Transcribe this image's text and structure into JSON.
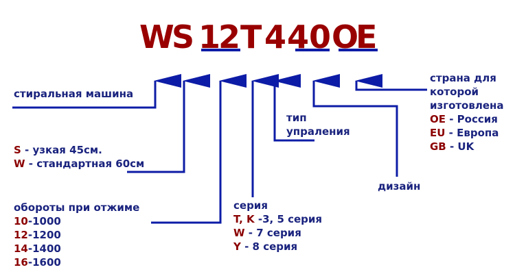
{
  "model_code": [
    "W",
    "S",
    "1",
    "2",
    "T",
    "4",
    "4",
    "0",
    "O",
    "E"
  ],
  "colors": {
    "code": "#990000",
    "value_prefix": "#8b0000",
    "text": "#1a237e",
    "lines": "#0d1ca6"
  },
  "labels": {
    "washing_machine": "стиральная машина",
    "width": {
      "items": [
        {
          "code": "S",
          "text": " - узкая 45см."
        },
        {
          "code": "W",
          "text": " - стандартная 60см"
        }
      ]
    },
    "spin": {
      "title": "обороты при отжиме",
      "items": [
        {
          "code": "10",
          "text": "-1000"
        },
        {
          "code": "12",
          "text": "-1200"
        },
        {
          "code": "14",
          "text": "-1400"
        },
        {
          "code": "16",
          "text": "-1600"
        }
      ]
    },
    "series": {
      "title": "серия",
      "items": [
        {
          "code": "T, K",
          "text": " -3, 5 серия"
        },
        {
          "code": "W",
          "text": " - 7 серия"
        },
        {
          "code": "Y",
          "text": " - 8 серия"
        }
      ]
    },
    "control": {
      "line1": "тип",
      "line2": "упраления"
    },
    "design": "дизайн",
    "country": {
      "lines": [
        "страна для",
        "которой",
        "изготовлена"
      ],
      "items": [
        {
          "code": "OE",
          "text": " - Россия"
        },
        {
          "code": "EU",
          "text": " - Европа"
        },
        {
          "code": "GB",
          "text": " - UK"
        }
      ]
    }
  }
}
